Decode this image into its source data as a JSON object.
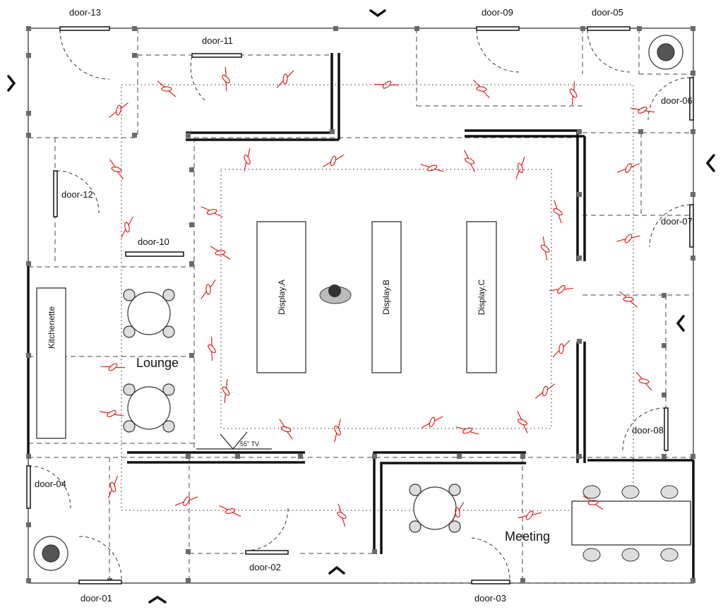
{
  "doors": [
    "door-01",
    "door-02",
    "door-03",
    "door-04",
    "door-05",
    "door-06",
    "door-07",
    "door-08",
    "door-09",
    "door-10",
    "door-11",
    "door-12",
    "door-13"
  ],
  "displays": [
    "Display.A",
    "Display.B",
    "Display.C"
  ],
  "rooms": {
    "lounge": "Lounge",
    "meeting": "Meeting",
    "kitchenette": "Kitchenette"
  },
  "tv": "55\" TV",
  "colors": {
    "wall": "#111111",
    "sensor": "#e0201c",
    "dash": "#444444"
  }
}
